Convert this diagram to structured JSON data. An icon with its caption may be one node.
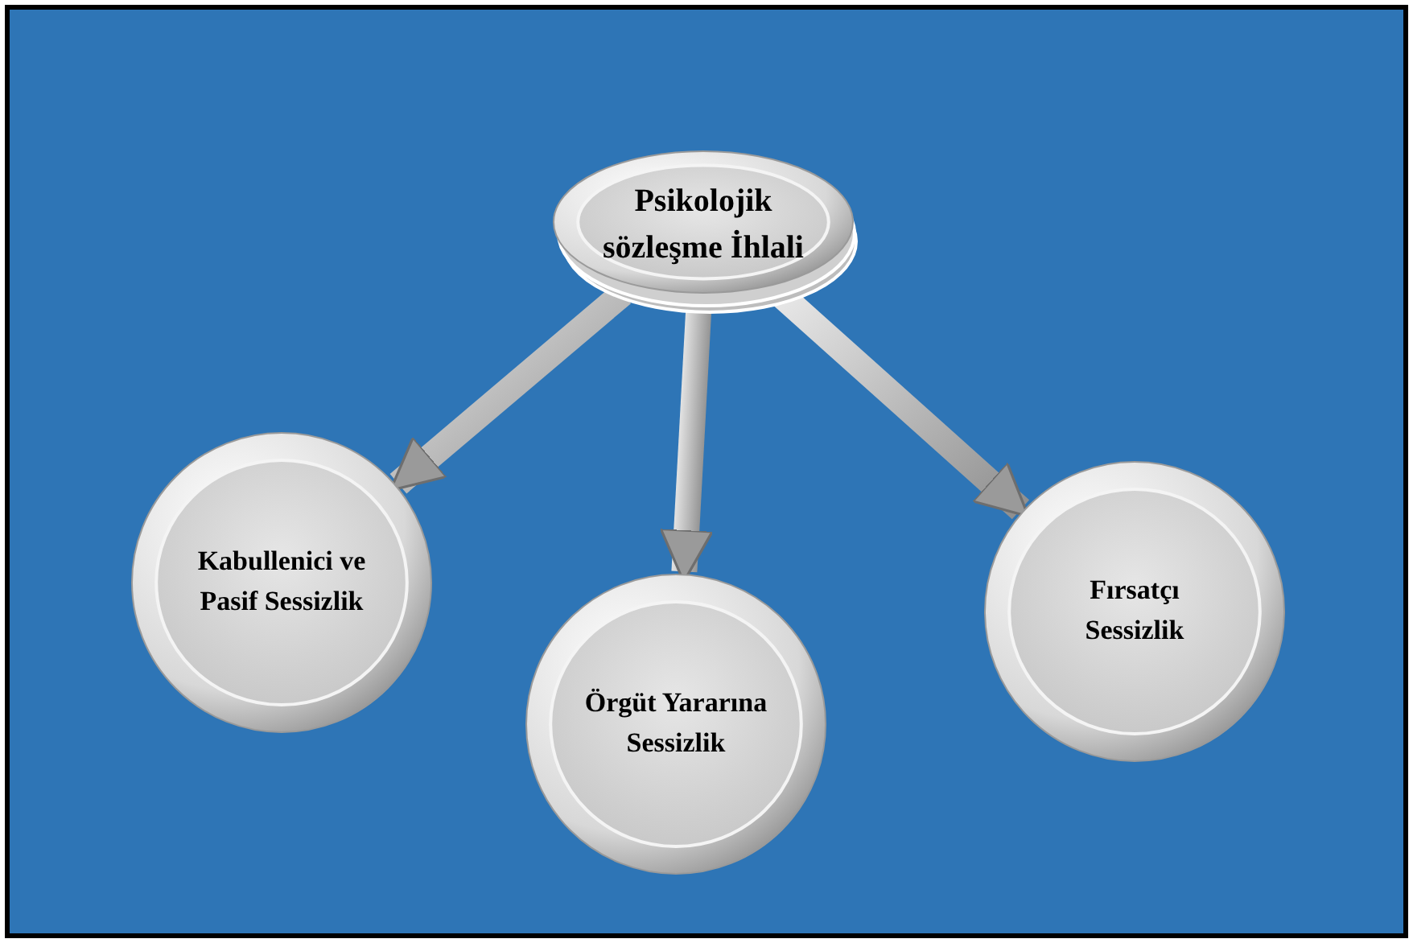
{
  "diagram": {
    "nodes": [
      {
        "text": [
          "Psikolojik sözleşme İhlali"
        ]
      },
      {
        "text": [
          "Kabullenici ve Pasif Sessizlik"
        ]
      },
      {
        "text": [
          "Örgüt Yararına Sessizlik"
        ]
      },
      {
        "text": [
          "Fırsatçı Sessizlik"
        ]
      }
    ],
    "edges": [
      {
        "from": 0,
        "to": 1,
        "arrow": "to"
      },
      {
        "from": 0,
        "to": 2,
        "arrow": "to"
      },
      {
        "from": 0,
        "to": 3,
        "arrow": "to"
      }
    ]
  }
}
